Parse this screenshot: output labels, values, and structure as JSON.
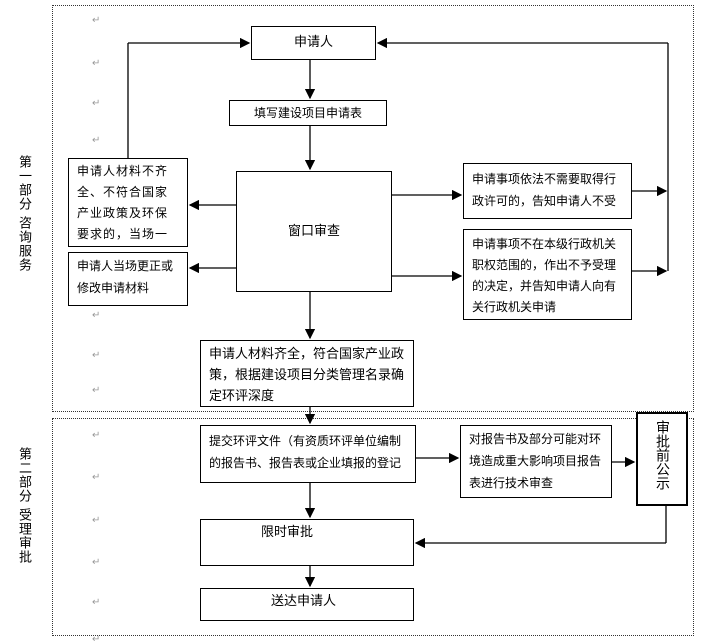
{
  "para_mark": "↵",
  "sections": [
    {
      "label": "第一部分 咨询服务"
    },
    {
      "label": "第二部分 受理审批"
    }
  ],
  "nodes": {
    "applicant": "申请人",
    "fill_form": "填写建设项目申请表",
    "window_review": "窗口审查",
    "incomplete": "申请人材料不齐全、不符合国家产业政策及环保要求的，当场一次性告",
    "correct": "申请人当场更正或修改申请材料",
    "no_permit": "申请事项依法不需要取得行政许可的，告知申请人不受",
    "not_in_scope": "申请事项不在本级行政机关职权范围的，作出不予受理的决定，并告知申请人向有关行政机关申请",
    "complete": "申请人材料齐全，符合国家产业政策，根据建设项目分类管理名录确定环评深度",
    "submit_eia": "提交环评文件（有资质环评单位编制的报告书、报告表或企业填报的登记",
    "tech_review": "对报告书及部分可能对环境造成重大影响项目报告表进行技术审查",
    "publicity": "审批前公示",
    "timed_approval": "限时审批",
    "deliver": "送达申请人"
  }
}
